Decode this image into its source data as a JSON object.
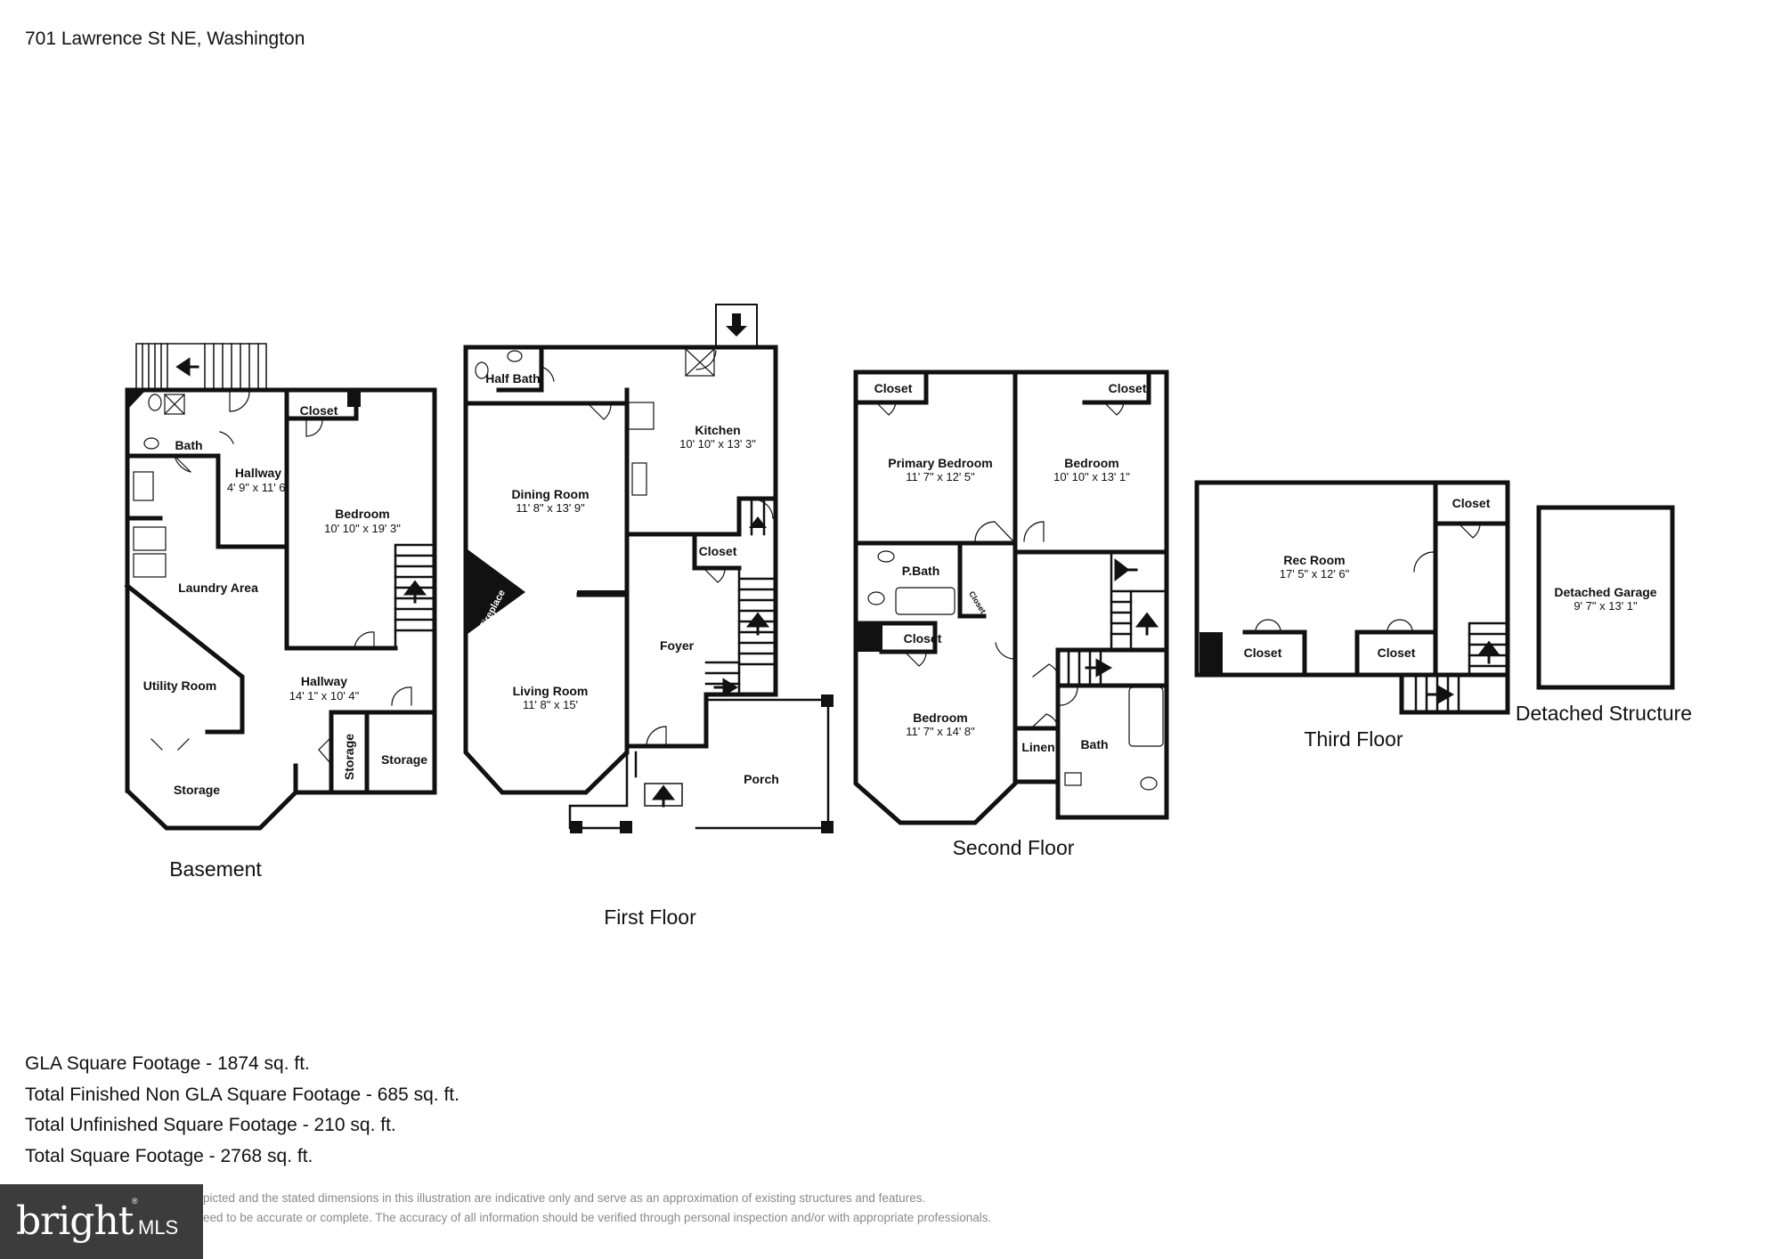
{
  "header": {
    "address": "701 Lawrence St NE, Washington"
  },
  "floors": {
    "basement": {
      "label": "Basement",
      "rooms": [
        {
          "name": "Bath"
        },
        {
          "name": "Hallway",
          "dims": "4' 9\" x 11' 6\""
        },
        {
          "name": "Closet"
        },
        {
          "name": "Bedroom",
          "dims": "10' 10\" x 19' 3\""
        },
        {
          "name": "Laundry Area"
        },
        {
          "name": "Utility Room"
        },
        {
          "name": "Hallway",
          "dims": "14' 1\" x 10' 4\""
        },
        {
          "name": "Storage"
        },
        {
          "name": "Storage"
        },
        {
          "name": "Storage"
        }
      ]
    },
    "first": {
      "label": "First Floor",
      "rooms": [
        {
          "name": "Half Bath"
        },
        {
          "name": "Kitchen",
          "dims": "10' 10\" x 13' 3\""
        },
        {
          "name": "Dining Room",
          "dims": "11' 8\" x 13' 9\""
        },
        {
          "name": "Closet"
        },
        {
          "name": "Fireplace"
        },
        {
          "name": "Foyer"
        },
        {
          "name": "Living Room",
          "dims": "11' 8\" x 15'"
        },
        {
          "name": "Porch"
        }
      ]
    },
    "second": {
      "label": "Second Floor",
      "rooms": [
        {
          "name": "Closet"
        },
        {
          "name": "Closet"
        },
        {
          "name": "Primary Bedroom",
          "dims": "11' 7\" x 12' 5\""
        },
        {
          "name": "Bedroom",
          "dims": "10' 10\" x 13' 1\""
        },
        {
          "name": "P.Bath"
        },
        {
          "name": "Closet"
        },
        {
          "name": "Closet"
        },
        {
          "name": "Bedroom",
          "dims": "11' 7\" x 14' 8\""
        },
        {
          "name": "Linen"
        },
        {
          "name": "Bath"
        }
      ]
    },
    "third": {
      "label": "Third Floor",
      "rooms": [
        {
          "name": "Rec Room",
          "dims": "17' 5\" x 12' 6\""
        },
        {
          "name": "Closet"
        },
        {
          "name": "Closet"
        },
        {
          "name": "Closet"
        }
      ]
    },
    "detached": {
      "label": "Detached Structure",
      "rooms": [
        {
          "name": "Detached Garage",
          "dims": "9' 7\" x 13' 1\""
        }
      ]
    }
  },
  "stats": [
    "GLA Square Footage - 1874 sq. ft.",
    "Total Finished Non GLA Square Footage - 685 sq. ft.",
    "Total Unfinished Square Footage - 210 sq. ft.",
    "Total Square Footage - 2768 sq. ft."
  ],
  "disclaimer": [
    "picted and the stated dimensions in this illustration are indicative only and serve as an approximation of existing structures and features.",
    "eed to be accurate or complete. The accuracy of all information should be verified through personal inspection and/or with appropriate professionals."
  ],
  "logo": {
    "brand": "bright",
    "suffix": "MLS",
    "registered": "®"
  },
  "colors": {
    "wall": "#111111",
    "background": "#ffffff",
    "disclaimer": "#8a8a8a",
    "logo_bg": "#3c3c3c"
  }
}
